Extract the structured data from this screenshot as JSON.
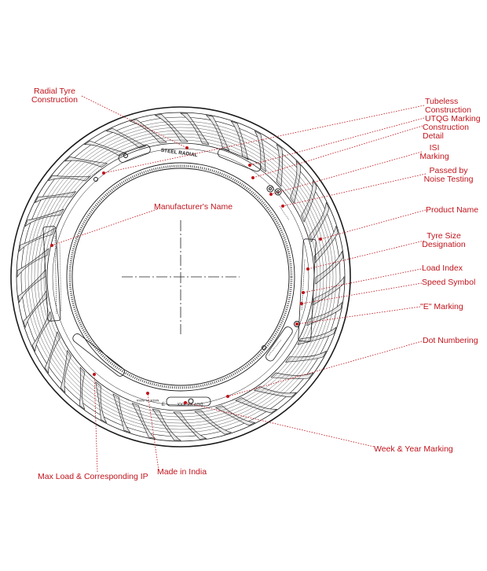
{
  "tyre_markings": {
    "sidewall_top": "STEEL RADIAL",
    "sidewall_bottom": "DOT XX XXX",
    "india_mark": "MADE IN INDIA",
    "e_mark": "E"
  },
  "labels": {
    "radial_1": "Radial Tyre",
    "radial_2": "Construction",
    "tubeless_1": "Tubeless",
    "tubeless_2": "Construction",
    "utqg": "UTQG Marking",
    "construction_1": "Construction",
    "construction_2": "Detail",
    "isi_1": "ISI",
    "isi_2": "Marking",
    "noise_1": "Passed by",
    "noise_2": "Noise Testing",
    "manufacturer": "Manufacturer's Name",
    "product": "Product Name",
    "size_1": "Tyre Size",
    "size_2": "Designation",
    "load_index": "Load Index",
    "speed_symbol": "Speed Symbol",
    "e_marking": "\"E\" Marking",
    "dot": "Dot Numbering",
    "week_year": "Week & Year Marking",
    "max_load": "Max Load & Corresponding IP",
    "made_in_india": "Made in India"
  },
  "colors": {
    "annotation": "#c0141c",
    "outline": "#1a1a1a"
  }
}
